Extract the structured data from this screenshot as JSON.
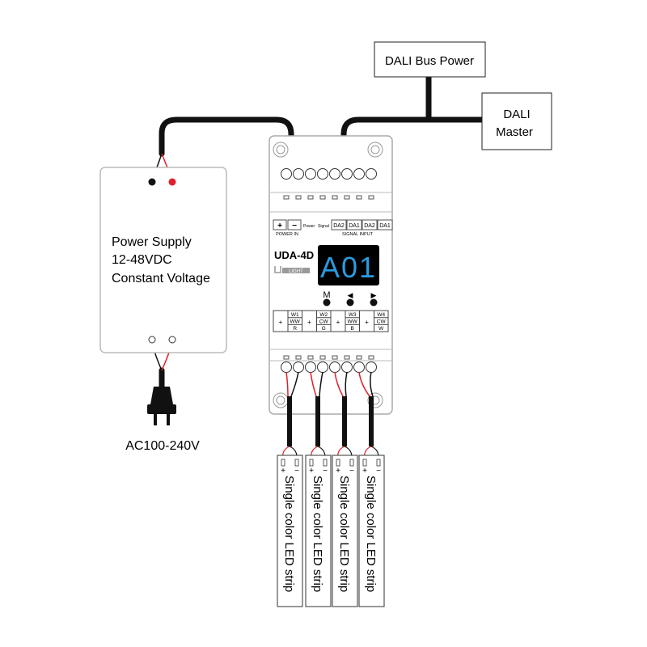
{
  "dali_bus_power": "DALI Bus Power",
  "dali_master": [
    "DALI",
    "Master"
  ],
  "power_supply": [
    "Power Supply",
    "12-48VDC",
    "Constant Voltage"
  ],
  "ac_input": "AC100-240V",
  "module": {
    "model": "UDA-4D",
    "brand": "LIGHT",
    "display": "A01",
    "display_color": "#2a9be0",
    "power_terminals": [
      "+",
      "−"
    ],
    "power_in_label": "POWER IN",
    "power_label": "Power",
    "signal_label": "Signal",
    "signal_terminals": [
      "DA2",
      "DA1",
      "DA2",
      "DA1"
    ],
    "signal_input_label": "SIGNAL INPUT",
    "buttons": [
      "M",
      "◀",
      "▶"
    ],
    "outputs": [
      {
        "plus": "+",
        "lines": [
          "W1",
          "WW",
          "R"
        ]
      },
      {
        "plus": "+",
        "lines": [
          "W2",
          "CW",
          "G"
        ]
      },
      {
        "plus": "+",
        "lines": [
          "W3",
          "WW",
          "B"
        ]
      },
      {
        "plus": "+",
        "lines": [
          "W4",
          "CW",
          "W"
        ]
      }
    ]
  },
  "strips": [
    {
      "label": "Single color LED strip",
      "plus": "+",
      "minus": "−"
    },
    {
      "label": "Single color LED strip",
      "plus": "+",
      "minus": "−"
    },
    {
      "label": "Single color LED strip",
      "plus": "+",
      "minus": "−"
    },
    {
      "label": "Single color LED strip",
      "plus": "+",
      "minus": "−"
    }
  ],
  "colors": {
    "wire_red": "#e0202a",
    "cable": "#111111"
  }
}
